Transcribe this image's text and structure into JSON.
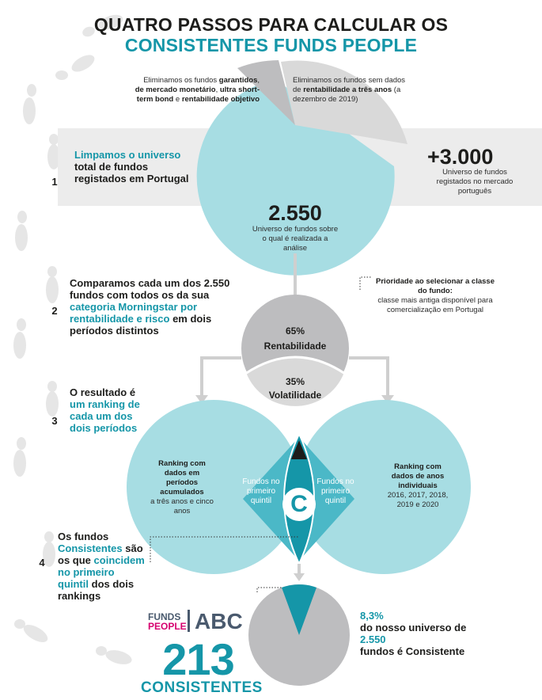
{
  "title": {
    "line1": "QUATRO PASSOS PARA CALCULAR OS",
    "line2": "CONSISTENTES FUNDS PEOPLE"
  },
  "exclusions": {
    "left": [
      "Eliminamos os fundos ",
      "garantidos",
      ", ",
      "de mercado monetário",
      ", ",
      "ultra short-term bond",
      " e ",
      "rentabilidade objetivo"
    ],
    "right": [
      "Eliminamos os fundos sem dados de ",
      "rentabilidade a três anos",
      " (a dezembro de 2019)"
    ]
  },
  "step1": {
    "number": "1",
    "highlight": "Limpamos o universo",
    "rest": "total de fundos registados em Portugal",
    "big_value": "+3.000",
    "big_caption": "Universo de fundos registados no mercado português",
    "circle_value": "2.550",
    "circle_caption": "Universo de fundos sobre o qual é realizada a análise"
  },
  "step2": {
    "number": "2",
    "text_a": "Comparamos cada um dos 2.550 fundos com todos os da sua",
    "highlight": "categoria Morningstar  por rentabilidade e risco",
    "text_b": "em dois períodos distintos",
    "priority_title": "Prioridade ao selecionar a classe do fundo:",
    "priority_text": "classe mais antiga disponível para comercialização em Portugal",
    "rent_pct": "65%",
    "rent_label": "Rentabilidade",
    "vol_pct": "35%",
    "vol_label": "Volatilidade"
  },
  "step3": {
    "number": "3",
    "text_a": "O resultado é",
    "highlight": "um ranking de cada um dos dois períodos",
    "left_bold": "Ranking com dados em períodos acumulados",
    "left_rest": "a três anos e cinco anos",
    "right_bold": "Ranking com dados de anos individuais",
    "right_rest": "2016, 2017, 2018, 2019 e 2020",
    "quintil_left": "Fundos no primeiro quintil",
    "quintil_right": "Fundos no primeiro quintil",
    "c_letter": "C"
  },
  "step4": {
    "number": "4",
    "text_a": "Os fundos",
    "highlight1": "Consistentes",
    "text_b": "são os que",
    "highlight2": "coincidem no primeiro quintil",
    "text_c": "dos dois rankings"
  },
  "result": {
    "pct": "8,3%",
    "text_a": "do nosso universo de",
    "value": "2.550",
    "text_b": "fundos é Consistente",
    "count": "213",
    "count_label": "CONSISTENTES",
    "logo_funds": "FUNDS",
    "logo_people": "PEOPLE",
    "logo_abc": "ABC"
  },
  "colors": {
    "teal": "#1596a8",
    "light_blue": "#a7dde3",
    "mid_teal": "#4bb8c7",
    "grey": "#bdbdbf",
    "dark": "#1d1d1b",
    "band": "#ececec",
    "pink": "#d6006e"
  }
}
